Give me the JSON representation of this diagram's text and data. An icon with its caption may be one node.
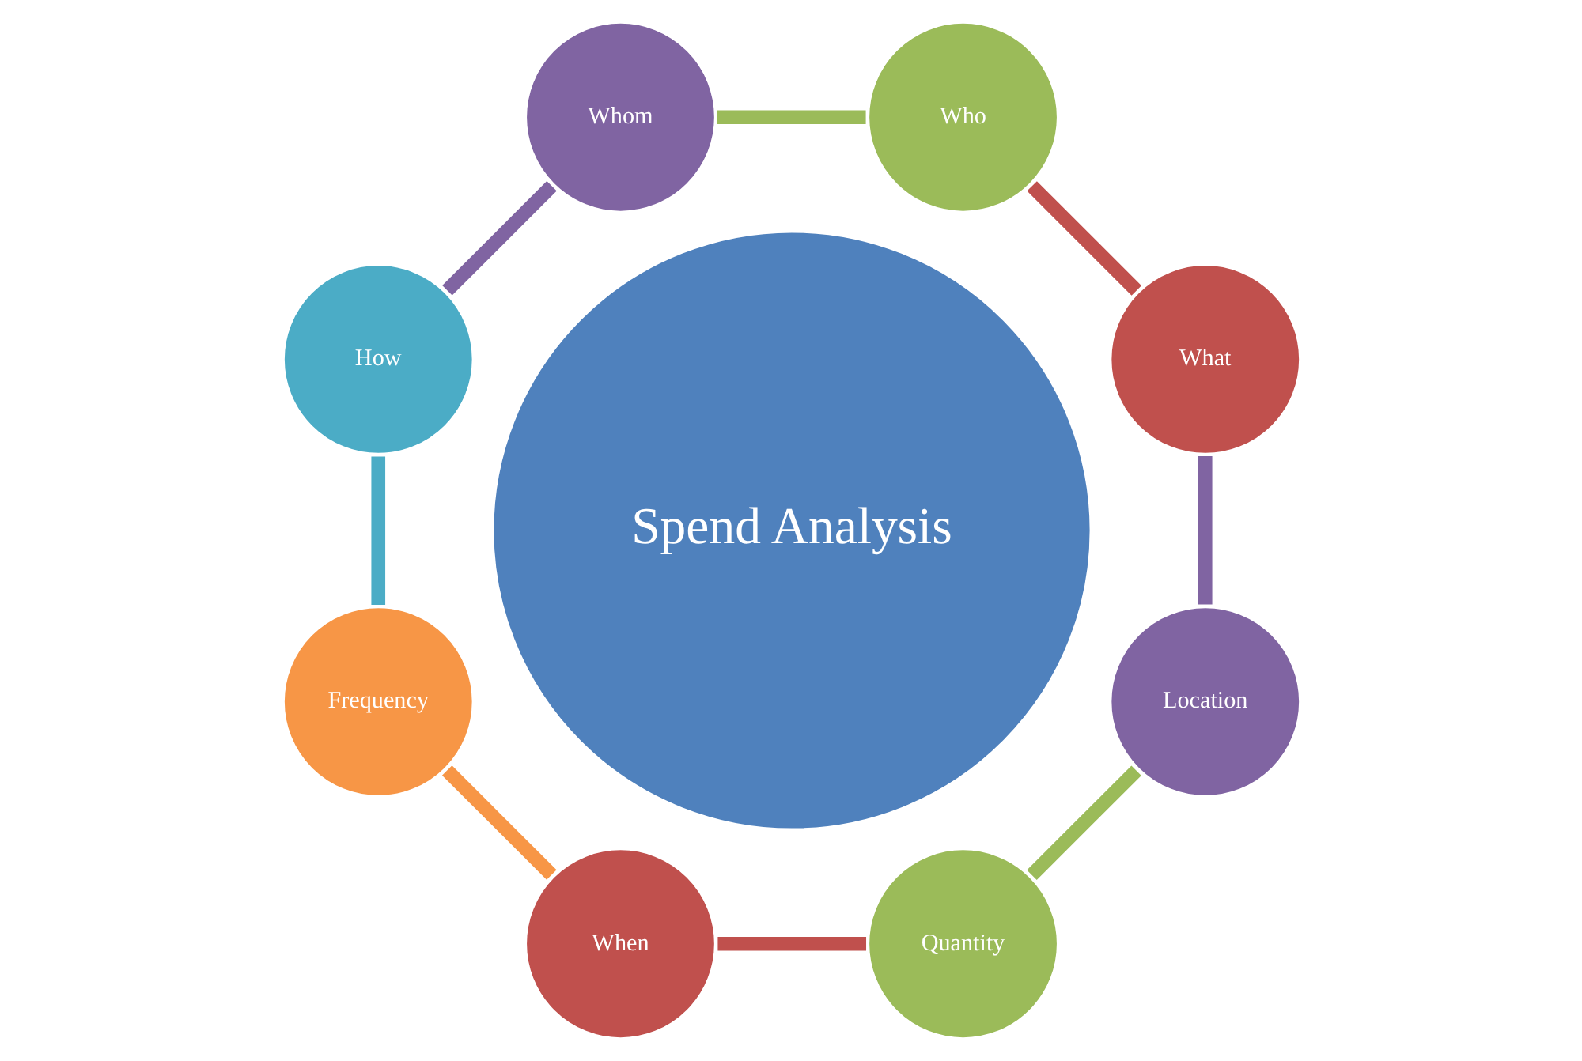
{
  "diagram": {
    "nodes": [
      {
        "text": [
          "Spend Analysis"
        ]
      },
      {
        "text": [
          "What"
        ]
      },
      {
        "text": [
          "Who"
        ]
      },
      {
        "text": [
          "Whom"
        ]
      },
      {
        "text": [
          "How"
        ]
      },
      {
        "text": [
          "Frequency"
        ]
      },
      {
        "text": [
          "When"
        ]
      },
      {
        "text": [
          "Quantity"
        ]
      },
      {
        "text": [
          "Location"
        ]
      }
    ],
    "edges": [
      {
        "from": 1,
        "to": 2,
        "arrow": "none",
        "color": "#c0504d"
      },
      {
        "from": 2,
        "to": 3,
        "arrow": "none",
        "color": "#9bbb59"
      },
      {
        "from": 3,
        "to": 4,
        "arrow": "none",
        "color": "#8064a2"
      },
      {
        "from": 4,
        "to": 5,
        "arrow": "none",
        "color": "#4bacc6"
      },
      {
        "from": 5,
        "to": 6,
        "arrow": "none",
        "color": "#f79646"
      },
      {
        "from": 6,
        "to": 7,
        "arrow": "none",
        "color": "#c0504d"
      },
      {
        "from": 7,
        "to": 8,
        "arrow": "none",
        "color": "#9bbb59"
      },
      {
        "from": 8,
        "to": 1,
        "arrow": "none",
        "color": "#8064a2"
      }
    ]
  }
}
